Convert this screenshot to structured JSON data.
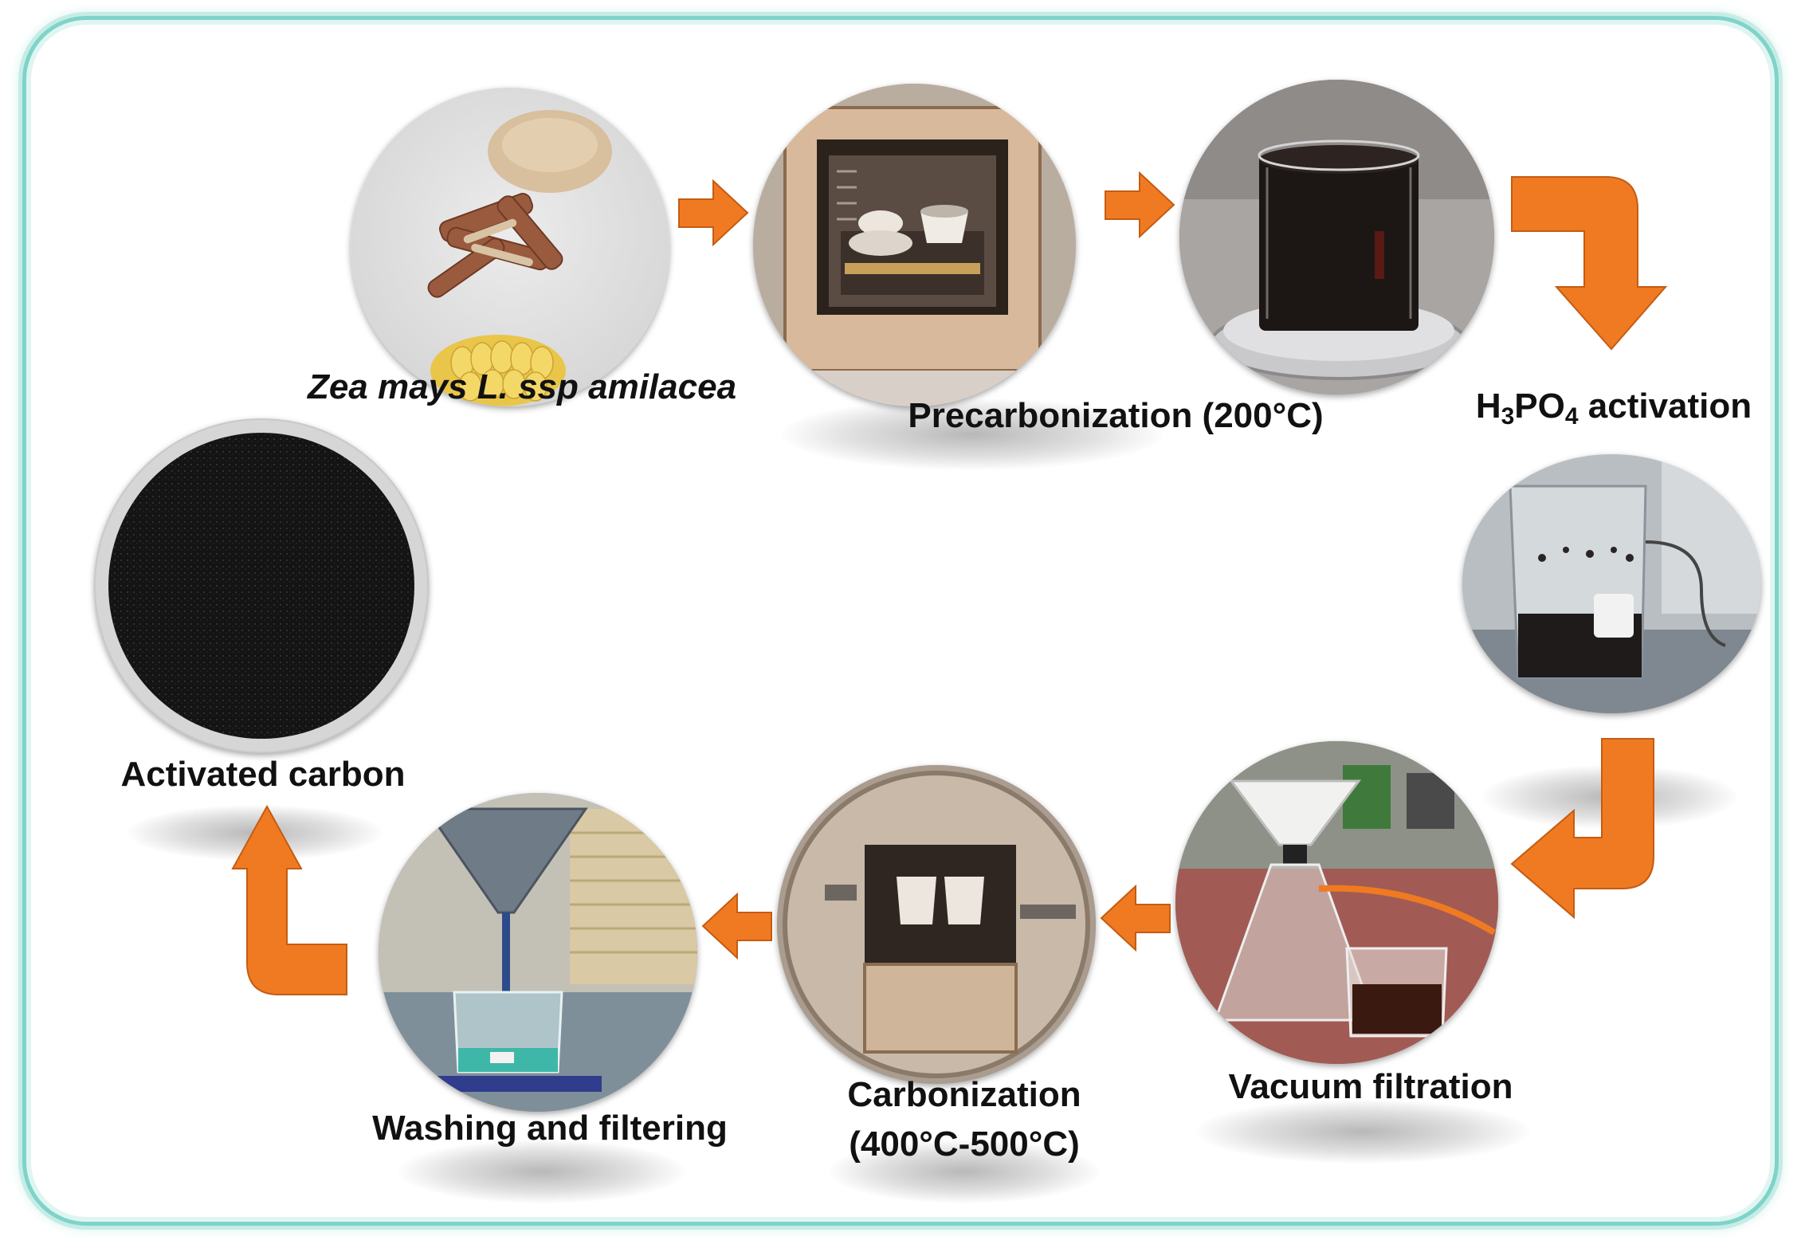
{
  "steps": {
    "raw": {
      "label": "Zea mays L. ssp amilacea"
    },
    "precarbonization": {
      "label": "Precarbonization (200°C)"
    },
    "activation": {
      "formula_h": "H",
      "sub1": "3",
      "formula_po": "PO",
      "sub2": "4",
      "suffix": " activation"
    },
    "filtration": {
      "label": "Vacuum filtration"
    },
    "carbonization": {
      "line1": "Carbonization",
      "line2": "(400°C-500°C)"
    },
    "washing": {
      "label": "Washing and filtering"
    },
    "product": {
      "label": "Activated carbon"
    }
  },
  "colors": {
    "arrow": "#f07a22",
    "arrow_outline": "#c45c12",
    "frame": "#7fd3c8"
  }
}
